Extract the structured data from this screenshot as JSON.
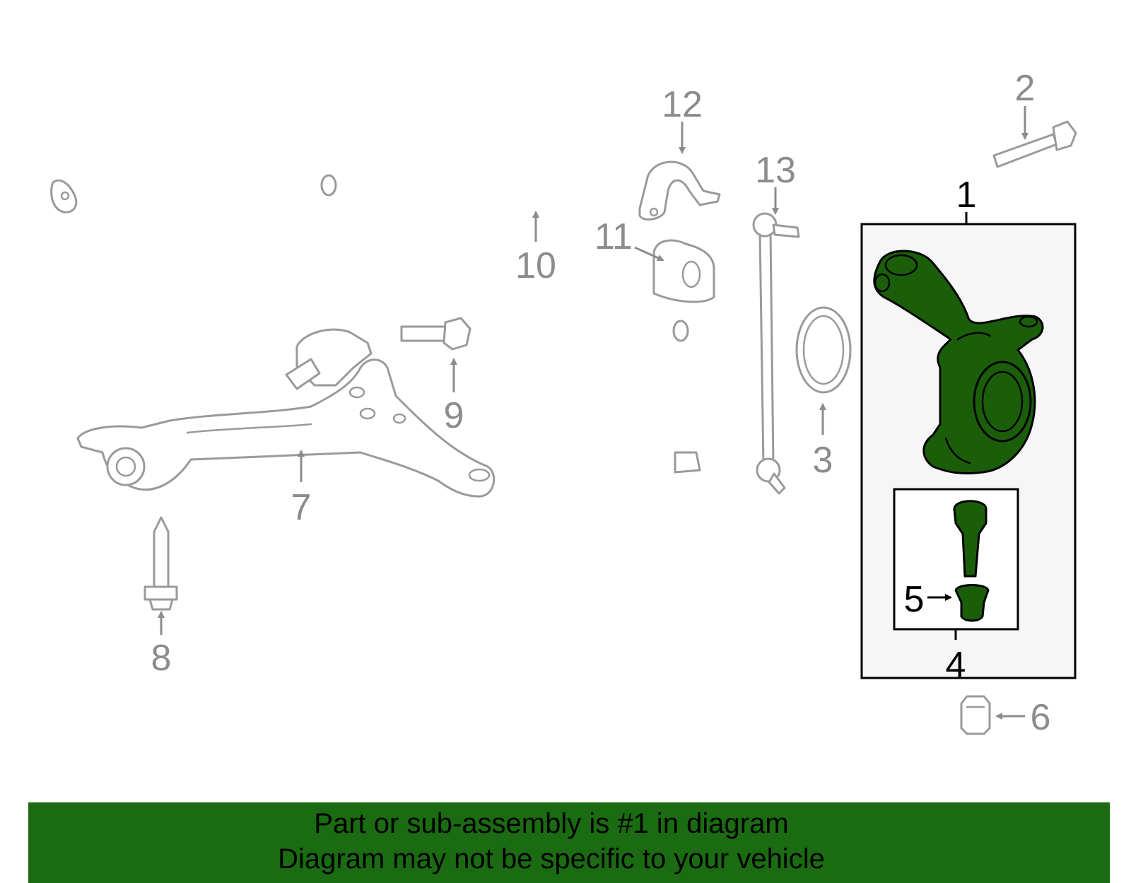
{
  "callouts": {
    "c1": "1",
    "c2": "2",
    "c3": "3",
    "c4": "4",
    "c5": "5",
    "c6": "6",
    "c7": "7",
    "c8": "8",
    "c9": "9",
    "c10": "10",
    "c11": "11",
    "c12": "12",
    "c13": "13"
  },
  "colors": {
    "highlight": "#1b5e0a",
    "banner": "#1b6b12",
    "outline": "#9a9a9a",
    "callout_gray": "#8c8c8c"
  },
  "banner": {
    "line1": "Part or sub-assembly is #1 in diagram",
    "line2": "Diagram may not be specific to your vehicle"
  }
}
